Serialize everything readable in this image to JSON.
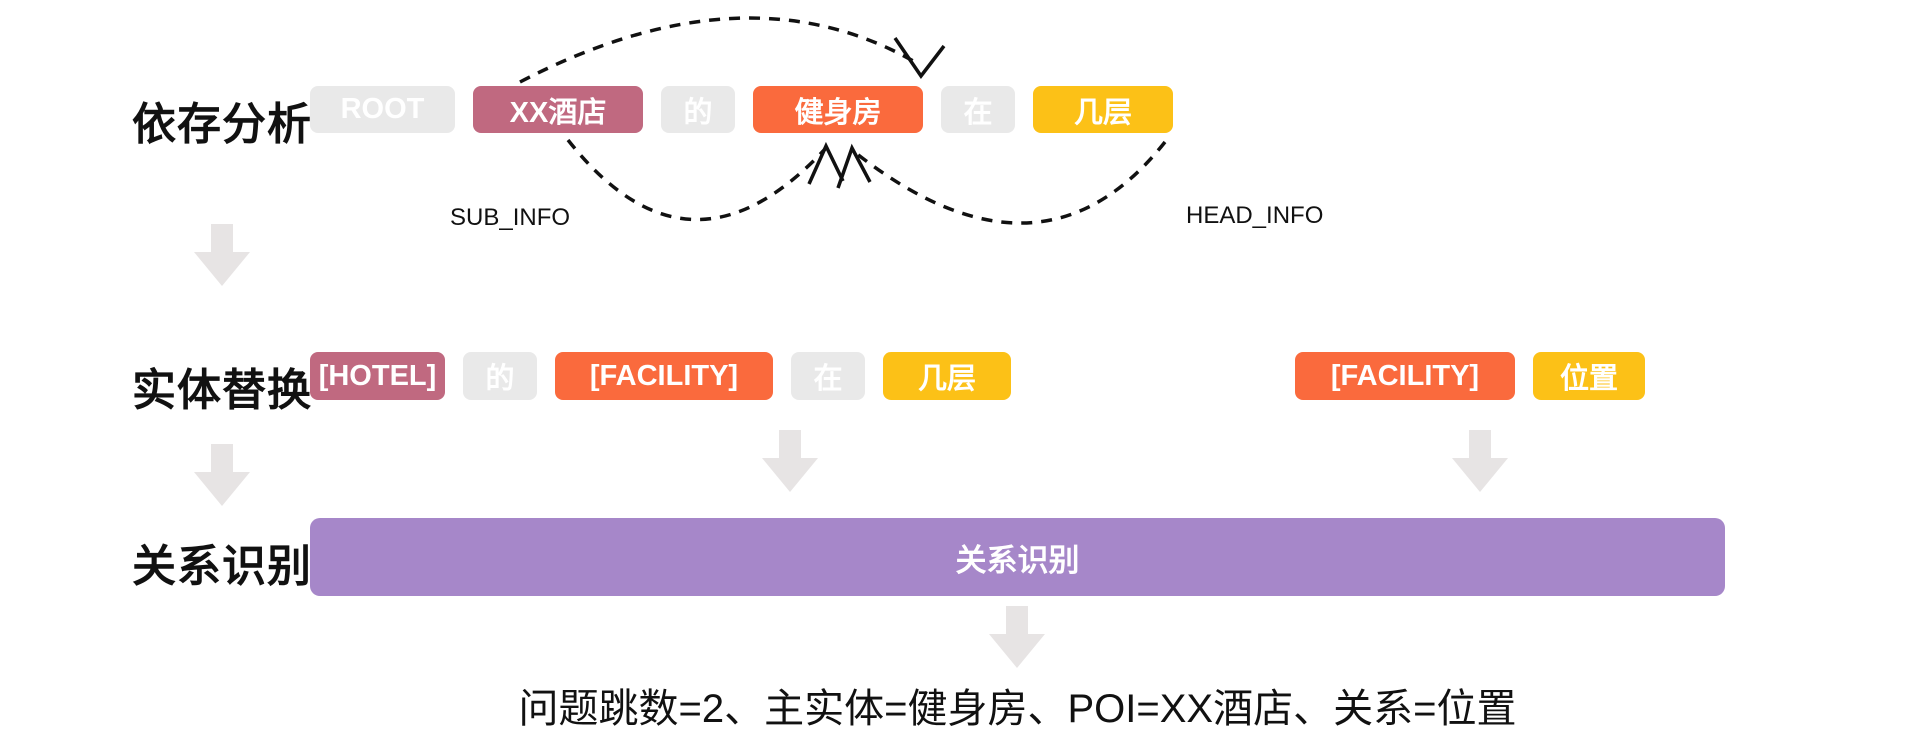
{
  "stages": {
    "stage1": "依存分析",
    "stage2": "实体替换",
    "stage3": "关系识别"
  },
  "dependency_row": {
    "tokens": [
      {
        "text": "ROOT",
        "color": "gray"
      },
      {
        "text": "XX酒店",
        "color": "pink"
      },
      {
        "text": "的",
        "color": "gray"
      },
      {
        "text": "健身房",
        "color": "orange"
      },
      {
        "text": "在",
        "color": "gray"
      },
      {
        "text": "几层",
        "color": "yellow"
      }
    ],
    "edge_labels": {
      "sub": "SUB_INFO",
      "head": "HEAD_INFO"
    }
  },
  "entity_row": {
    "left_tokens": [
      {
        "text": "[HOTEL]",
        "color": "pink"
      },
      {
        "text": "的",
        "color": "gray"
      },
      {
        "text": "[FACILITY]",
        "color": "orange"
      },
      {
        "text": "在",
        "color": "gray"
      },
      {
        "text": "几层",
        "color": "yellow"
      }
    ],
    "right_tokens": [
      {
        "text": "[FACILITY]",
        "color": "orange"
      },
      {
        "text": "位置",
        "color": "yellow"
      }
    ]
  },
  "relation_bar": {
    "label": "关系识别"
  },
  "result": {
    "text": "问题跳数=2、主实体=健身房、POI=XX酒店、关系=位置"
  },
  "colors": {
    "token_gray": "#e9e9e9",
    "token_pink": "#c06980",
    "token_orange": "#fa6a3d",
    "token_yellow": "#fcc117",
    "relation_purple": "#a687c9",
    "flow_arrow_gray": "#e7e4e4",
    "text_black": "#111111",
    "token_text": "#ffffff"
  }
}
